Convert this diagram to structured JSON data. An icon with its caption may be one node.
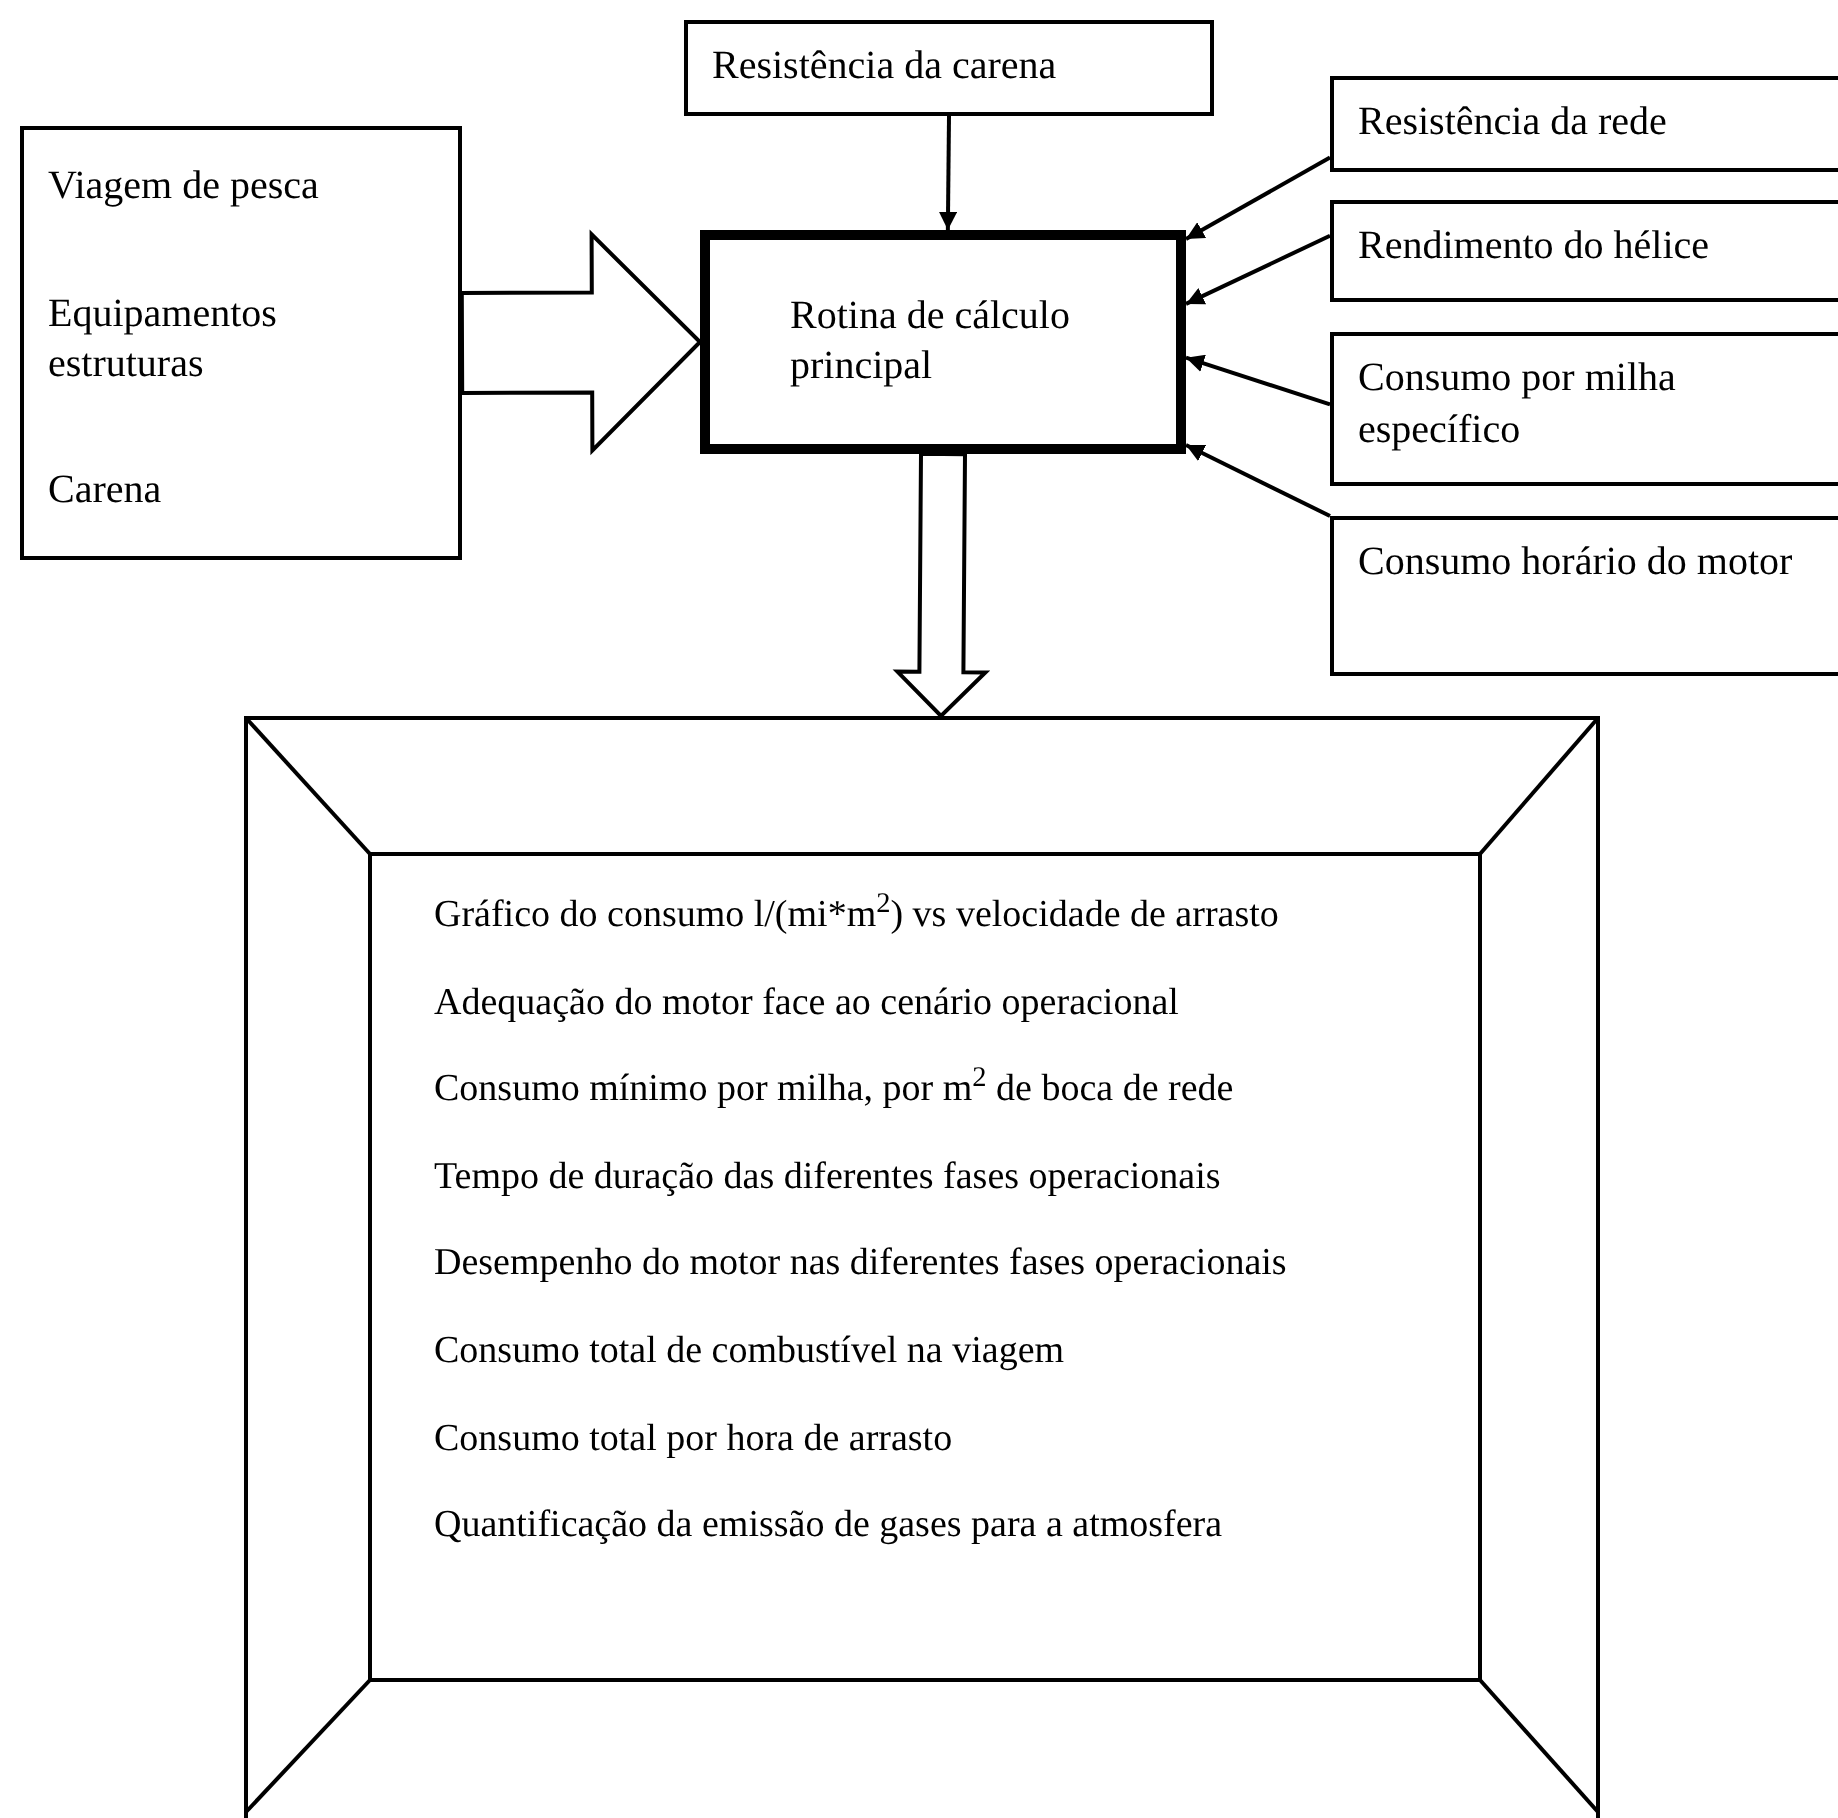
{
  "diagram": {
    "nodes": [
      {
        "text": [
          "Viagem de pesca",
          "Equipamentos estruturas",
          "Carena"
        ]
      },
      {
        "text": [
          "Resistência da carena"
        ]
      },
      {
        "text": [
          "Rotina de cálculo principal"
        ]
      },
      {
        "text": [
          "Resistência da rede"
        ]
      },
      {
        "text": [
          "Rendimento do hélice"
        ]
      },
      {
        "text": [
          "Consumo por milha específico"
        ]
      },
      {
        "text": [
          "Consumo horário do motor"
        ]
      },
      {
        "text": [
          "Gráfico do consumo l/(mi*m$^{2}$) vs velocidade de arrasto",
          "Adequação do motor face ao cenário operacional",
          "Consumo mínimo por milha, por m$^{2}$ de boca de rede",
          "Tempo de duração das diferentes fases operacionais",
          "Desempenho do motor nas diferentes fases operacionais",
          "Consumo total de combustível na viagem",
          "Consumo total por hora de arrasto",
          "Quantificação da emissão de gases para a atmosfera"
        ]
      }
    ],
    "edges": [
      {
        "from": 0,
        "to": 2,
        "arrow": "to",
        "style": "thick"
      },
      {
        "from": 1,
        "to": 2,
        "arrow": "to"
      },
      {
        "from": 3,
        "to": 2,
        "arrow": "to"
      },
      {
        "from": 4,
        "to": 2,
        "arrow": "to"
      },
      {
        "from": 5,
        "to": 2,
        "arrow": "to"
      },
      {
        "from": 6,
        "to": 2,
        "arrow": "to"
      },
      {
        "from": 2,
        "to": 7,
        "arrow": "to",
        "style": "thick"
      }
    ]
  }
}
